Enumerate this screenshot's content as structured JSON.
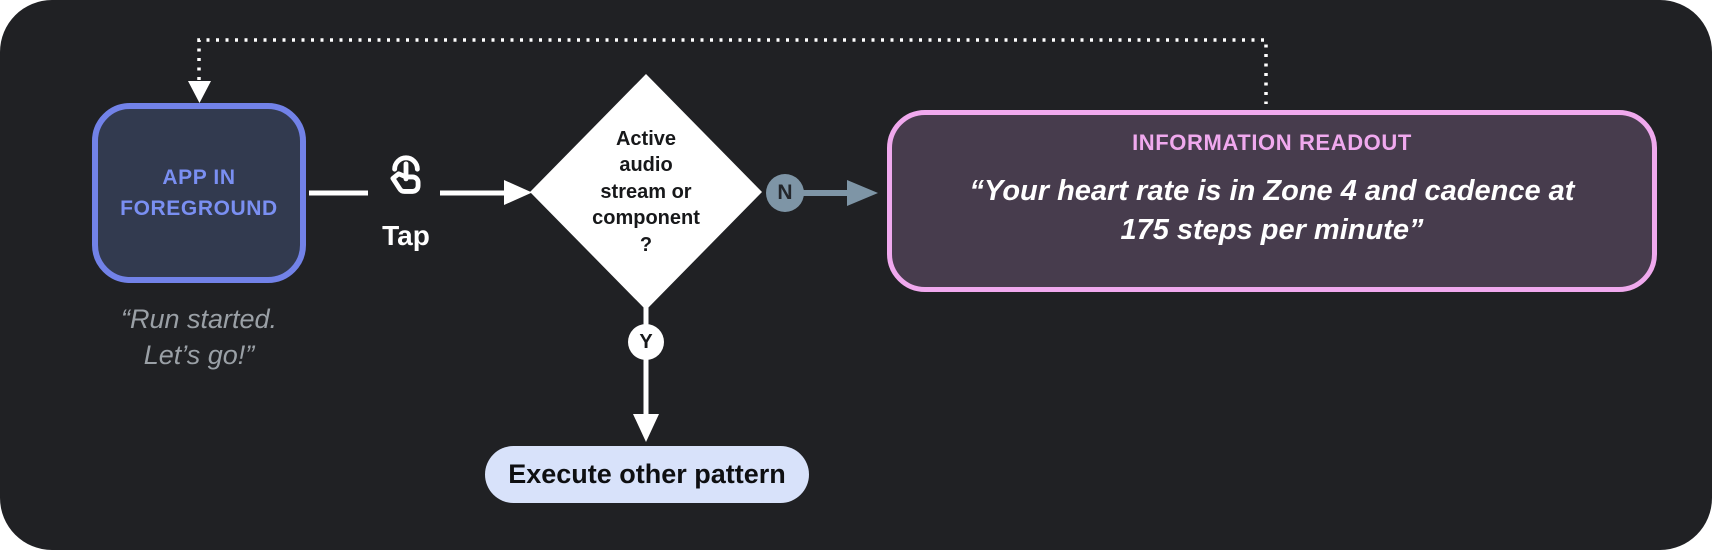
{
  "colors": {
    "canvas_bg": "#202124",
    "app_node_border": "#7282E8",
    "app_node_fill": "#323A4F",
    "app_node_text": "#7A8FF2",
    "caption_text": "#9AA0A6",
    "decision_fill": "#FFFFFF",
    "decision_text": "#17181A",
    "no_badge_fill": "#7E95A6",
    "readout_border": "#F0A9EE",
    "readout_fill": "#473C4D",
    "readout_title_text": "#F0A9EE",
    "pill_fill": "#D8E2FA",
    "connector_white": "#FFFFFF"
  },
  "nodes": {
    "app": {
      "label": "APP IN\nFOREGROUND",
      "caption": "“Run started.\nLet’s go!”"
    },
    "decision": {
      "label": "Active\naudio\nstream or\ncomponent\n?"
    },
    "readout": {
      "title": "INFORMATION READOUT",
      "quote": "“Your heart rate is in Zone 4 and cadence at\n175 steps per minute”"
    },
    "execute": {
      "label": "Execute other pattern"
    }
  },
  "edges": {
    "tap_label": "Tap",
    "no_label": "N",
    "yes_label": "Y"
  },
  "icons": {
    "tap": "tap-gesture-icon"
  }
}
